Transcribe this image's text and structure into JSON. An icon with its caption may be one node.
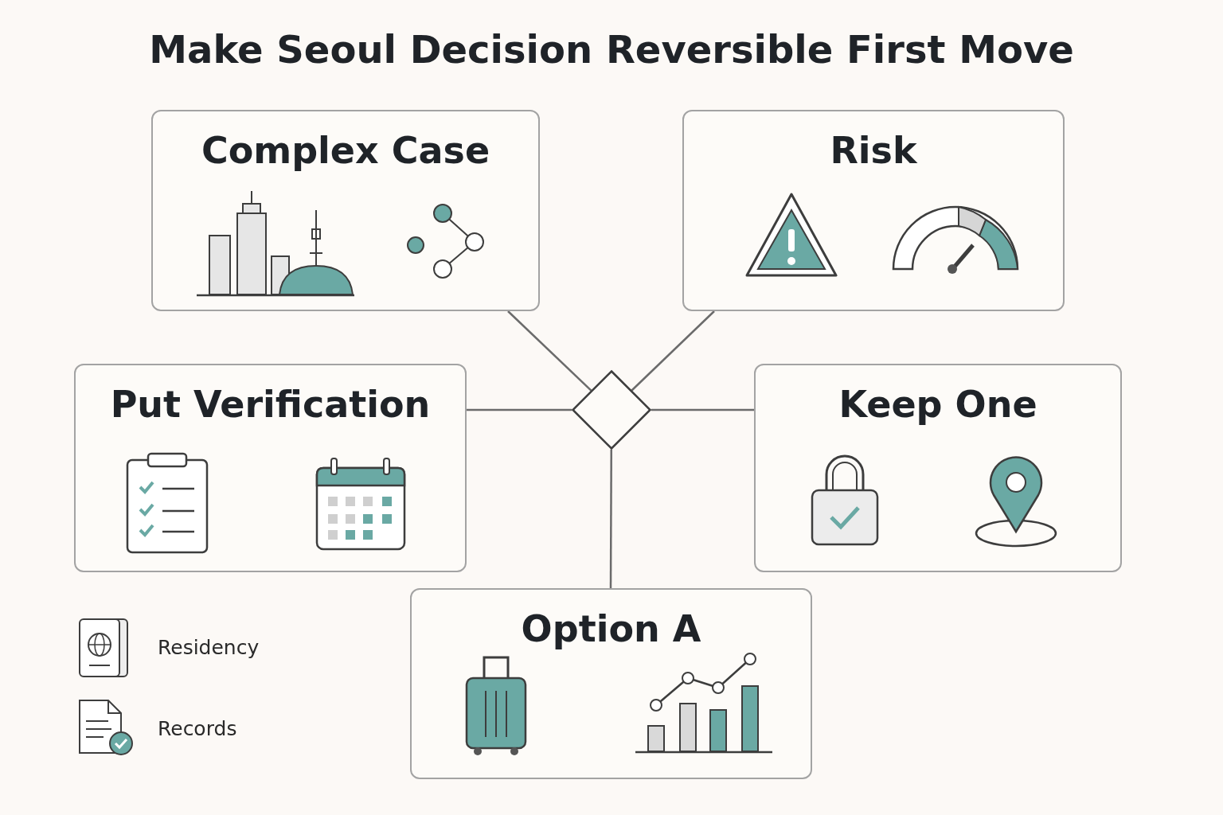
{
  "diagram": {
    "title": "Make Seoul Decision Reversible First Move",
    "nodes": [
      {
        "text": [
          "Complex Case"
        ]
      },
      {
        "text": [
          "Risk"
        ]
      },
      {
        "text": [
          "Put Verification"
        ]
      },
      {
        "text": [],
        "shape": "diamond"
      },
      {
        "text": [
          "Keep One"
        ]
      },
      {
        "text": [
          "Option A"
        ]
      }
    ],
    "edges": [
      {
        "from": 0,
        "to": 3,
        "arrow": "none"
      },
      {
        "from": 1,
        "to": 3,
        "arrow": "none"
      },
      {
        "from": 2,
        "to": 3,
        "arrow": "none"
      },
      {
        "from": 3,
        "to": 4,
        "arrow": "none"
      },
      {
        "from": 3,
        "to": 5,
        "arrow": "none"
      }
    ],
    "legend": [
      {
        "text": "Residency"
      },
      {
        "text": "Records"
      }
    ]
  }
}
